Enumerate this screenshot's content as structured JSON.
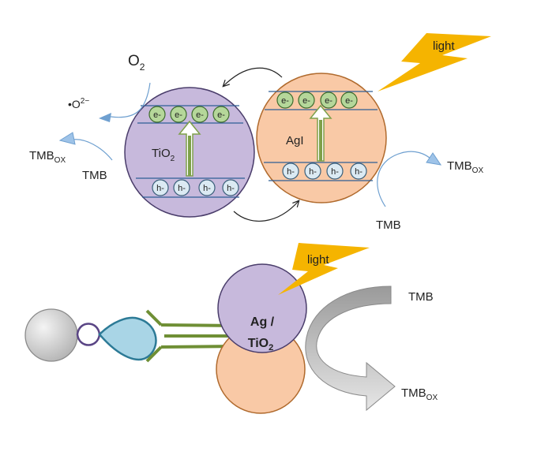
{
  "labels": {
    "o2": "O",
    "o2_sub": "2",
    "superoxide_base": "•O",
    "superoxide_sup": "2−",
    "tmb_left": "TMB",
    "tmbox_left_base": "TMB",
    "tmbox_left_sub": "OX",
    "tio2_base": "TiO",
    "tio2_sub": "2",
    "agi": "AgI",
    "light_top": "light",
    "tmbox_right_base": "TMB",
    "tmbox_right_sub": "OX",
    "tmb_right": "TMB",
    "light_bottom": "light",
    "ag_tio2_line1": "Ag /",
    "ag_tio2_line2_base": "TiO",
    "ag_tio2_line2_sub": "2",
    "tmb_bottom": "TMB",
    "tmbox_bottom_base": "TMB",
    "tmbox_bottom_sub": "OX"
  },
  "electron_label": "e-",
  "hole_label": "h-",
  "tio2_electrons": [
    "e-",
    "e-",
    "e-",
    "e-"
  ],
  "tio2_holes": [
    "h-",
    "h-",
    "h-",
    "h-"
  ],
  "agi_electrons": [
    "e-",
    "e-",
    "e-",
    "e-"
  ],
  "agi_holes": [
    "h-",
    "h-",
    "h-",
    "h-"
  ],
  "colors": {
    "tio2_fill": "#c7b9dc",
    "tio2_stroke": "#4a3d6b",
    "agi_fill": "#f9c9a6",
    "agi_stroke": "#b06a2d",
    "band_line": "#2e5e95",
    "electron_fill": "#b5d79a",
    "hole_fill": "#dbeaf3",
    "lightning": "#f5b400",
    "flow_arrow": "#6fa0d0",
    "antibody": "#6f8f35",
    "antigen_fill": "#a9d5e6",
    "antigen_stroke": "#2c7a96",
    "linker": "#5a4585",
    "bead_fill": "#d0d0d0",
    "curve_arrow": "#b0b0b0"
  }
}
